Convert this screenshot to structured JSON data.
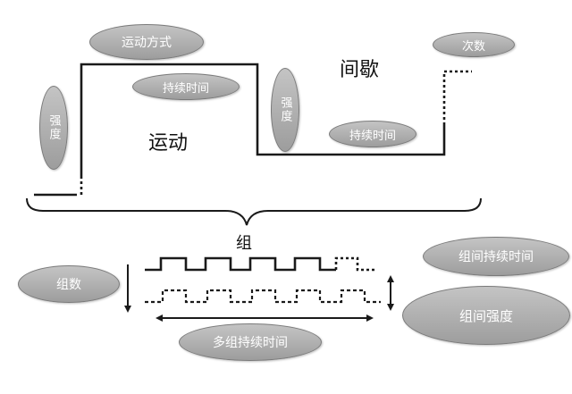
{
  "labels": {
    "exercise_mode": "运动方式",
    "duration_1": "持续时间",
    "intensity_1": "强度",
    "exercise": "运动",
    "intensity_2": "强度",
    "rest": "间歇",
    "duration_2": "持续时间",
    "repetitions": "次数",
    "set": "组",
    "set_count": "组数",
    "interset_duration": "组间持续时间",
    "interset_intensity": "组间强度",
    "multi_set_duration": "多组持续时间"
  },
  "colors": {
    "line": "#1a1a1a",
    "oval_fill": "#b5b5b5",
    "oval_text": "#ffffff"
  }
}
